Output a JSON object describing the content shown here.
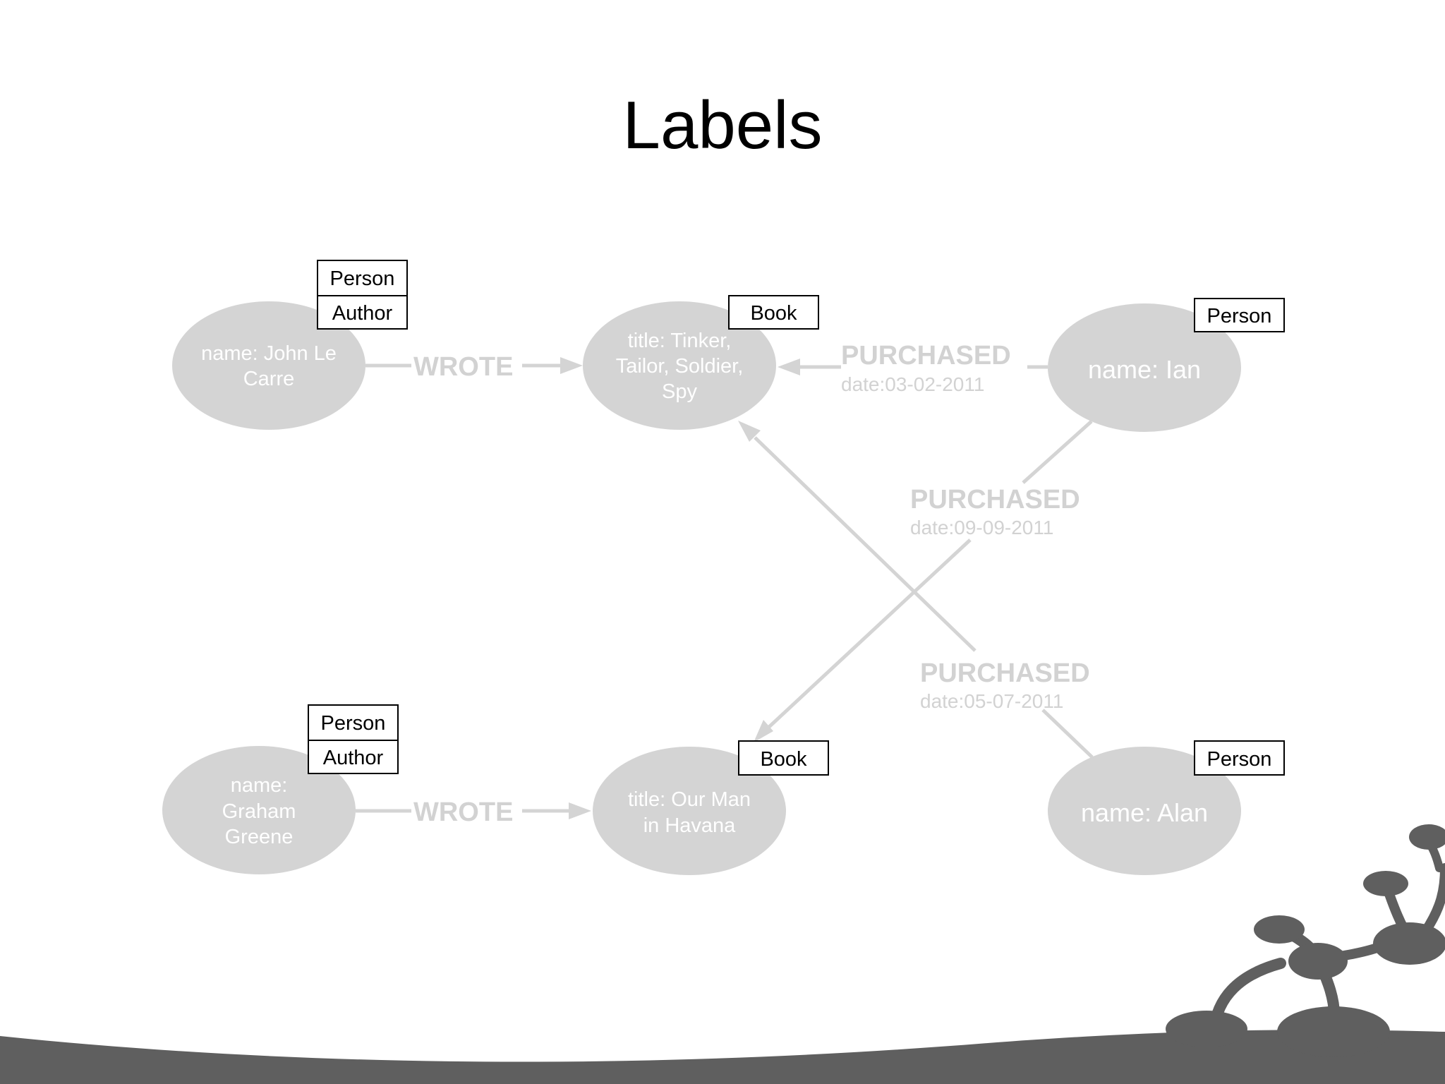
{
  "slide": {
    "title": "Labels"
  },
  "nodes": {
    "john": {
      "lines": [
        "name: John Le",
        "Carre"
      ],
      "labels": [
        "Person",
        "Author"
      ]
    },
    "tinker": {
      "lines": [
        "title: Tinker,",
        "Tailor, Soldier,",
        "Spy"
      ],
      "labels": [
        "Book"
      ]
    },
    "ian": {
      "lines": [
        "name: Ian"
      ],
      "labels": [
        "Person"
      ]
    },
    "graham": {
      "lines": [
        "name:",
        "Graham",
        "Greene"
      ],
      "labels": [
        "Person",
        "Author"
      ]
    },
    "havana": {
      "lines": [
        "title: Our Man",
        "in Havana"
      ],
      "labels": [
        "Book"
      ]
    },
    "alan": {
      "lines": [
        "name: Alan"
      ],
      "labels": [
        "Person"
      ]
    }
  },
  "relationships": {
    "john_wrote": {
      "type": "WROTE"
    },
    "graham_wrote": {
      "type": "WROTE"
    },
    "ian_tinker": {
      "type": "PURCHASED",
      "prop": "date:03-02-2011"
    },
    "ian_havana": {
      "type": "PURCHASED",
      "prop": "date:09-09-2011"
    },
    "alan_tinker": {
      "type": "PURCHASED",
      "prop": "date:05-07-2011"
    }
  },
  "colors": {
    "node_fill": "#d4d4d4",
    "edge": "#d4d4d4",
    "label_border": "#000000",
    "decoration": "#5f5f5f"
  }
}
